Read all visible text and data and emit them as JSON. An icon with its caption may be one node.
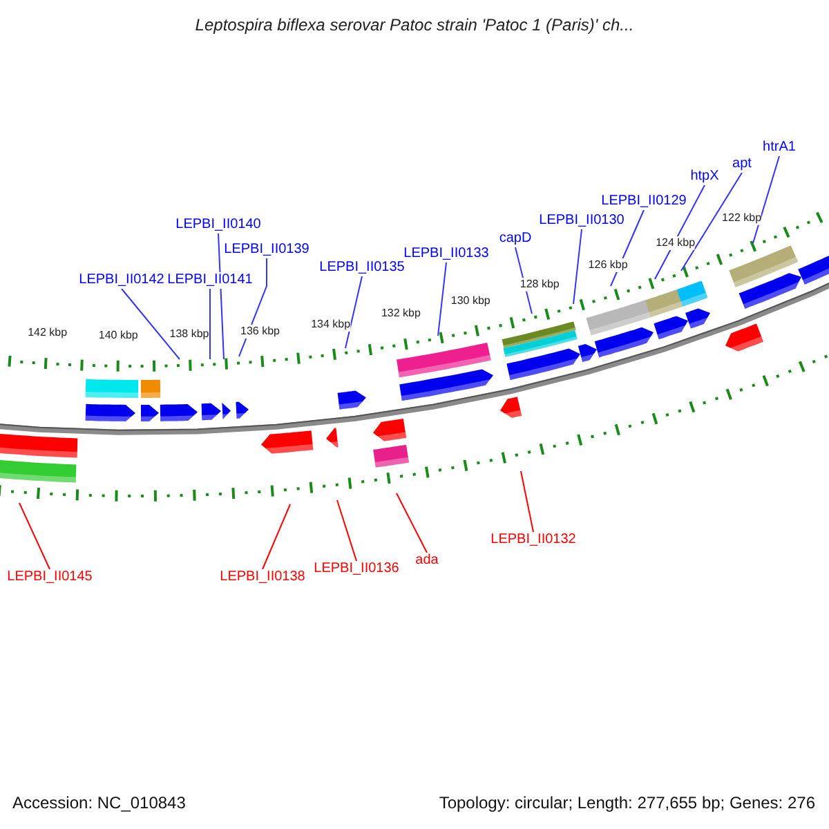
{
  "diagram": {
    "title": "Leptospira biflexa serovar Patoc strain 'Patoc 1 (Paris)' ch...",
    "nodes": [
      {
        "text": [
          "LEPBI_II0142"
        ]
      },
      {
        "text": [
          "LEPBI_II0141"
        ]
      },
      {
        "text": [
          "LEPBI_II0140"
        ]
      },
      {
        "text": [
          "LEPBI_II0139"
        ]
      },
      {
        "text": [
          "LEPBI_II0135"
        ]
      },
      {
        "text": [
          "LEPBI_II0133"
        ]
      },
      {
        "text": [
          "capD"
        ]
      },
      {
        "text": [
          "LEPBI_II0130"
        ]
      },
      {
        "text": [
          "LEPBI_II0129"
        ]
      },
      {
        "text": [
          "htpX"
        ]
      },
      {
        "text": [
          "apt"
        ]
      },
      {
        "text": [
          "htrA1"
        ]
      },
      {
        "text": [
          "LEPBI_II0145"
        ]
      },
      {
        "text": [
          "LEPBI_II0138"
        ]
      },
      {
        "text": [
          "LEPBI_II0136"
        ]
      },
      {
        "text": [
          "ada"
        ]
      },
      {
        "text": [
          "LEPBI_II0132"
        ]
      }
    ],
    "edges": [
      {
        "from": 0,
        "to": null,
        "arrow": "none"
      },
      {
        "from": 1,
        "to": null,
        "arrow": "none"
      },
      {
        "from": 2,
        "to": null,
        "arrow": "none"
      },
      {
        "from": 3,
        "to": null,
        "arrow": "none"
      },
      {
        "from": 4,
        "to": null,
        "arrow": "none"
      },
      {
        "from": 5,
        "to": null,
        "arrow": "none"
      },
      {
        "from": 6,
        "to": null,
        "arrow": "none"
      },
      {
        "from": 7,
        "to": null,
        "arrow": "none"
      },
      {
        "from": 8,
        "to": null,
        "arrow": "none"
      },
      {
        "from": 9,
        "to": null,
        "arrow": "none"
      },
      {
        "from": 10,
        "to": null,
        "arrow": "none"
      },
      {
        "from": 11,
        "to": null,
        "arrow": "none"
      },
      {
        "from": 12,
        "to": null,
        "arrow": "none",
        "color": "#ff0000"
      },
      {
        "from": 13,
        "to": null,
        "arrow": "none",
        "color": "#ff0000"
      },
      {
        "from": 14,
        "to": null,
        "arrow": "none",
        "color": "#ff0000"
      },
      {
        "from": 15,
        "to": null,
        "arrow": "none",
        "color": "#ff0000"
      },
      {
        "from": 16,
        "to": null,
        "arrow": "none",
        "color": "#ff0000"
      }
    ],
    "labels": [
      "142 kbp",
      "140 kbp",
      "138 kbp",
      "136 kbp",
      "134 kbp",
      "132 kbp",
      "130 kbp",
      "128 kbp",
      "126 kbp",
      "124 kbp",
      "122 kbp",
      "Accession: NC_010843",
      "Topology: circular; Length: 277,655 bp; Genes: 276"
    ]
  }
}
